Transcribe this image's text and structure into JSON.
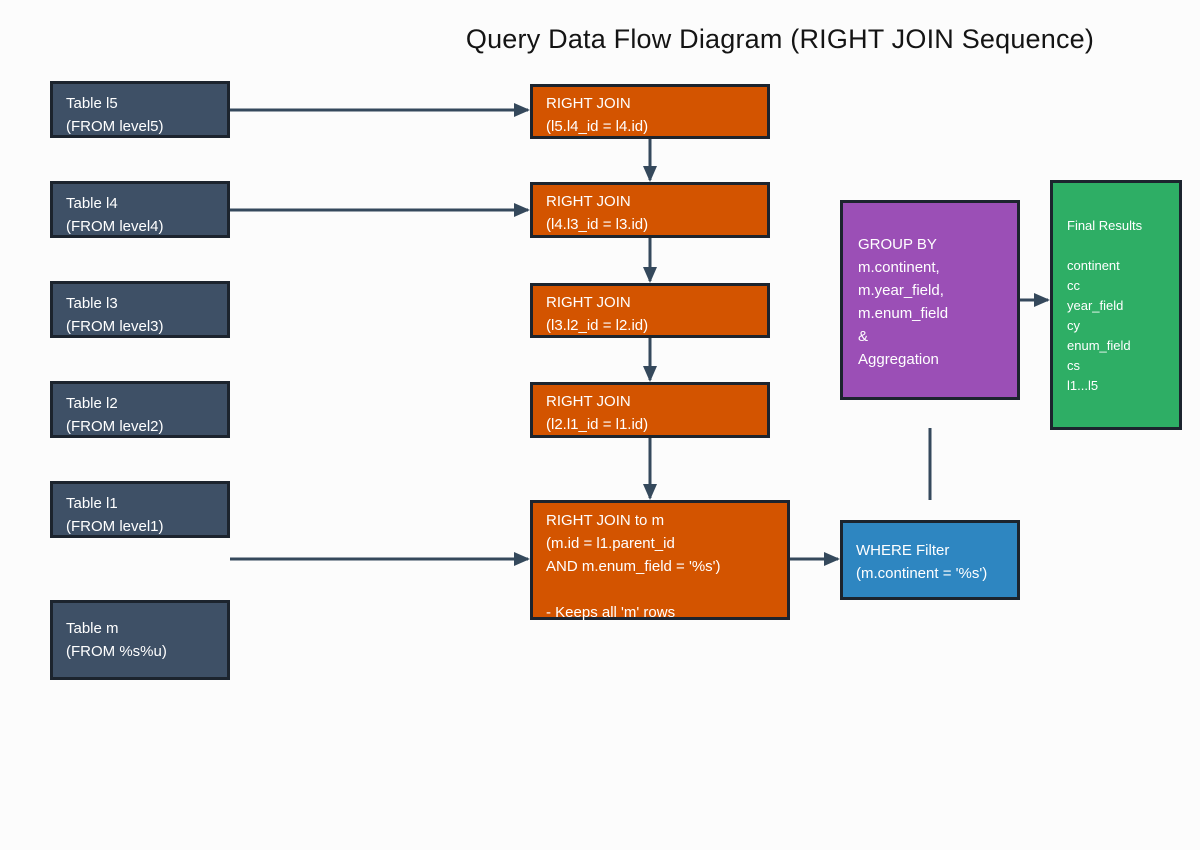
{
  "title": "Query Data Flow Diagram (RIGHT JOIN Sequence)",
  "colors": {
    "background": "#fcfcfc",
    "node-slate": "#3e5066",
    "node-orange": "#d35400",
    "node-blue": "#2e86c1",
    "node-purple": "#9b4fb6",
    "node-green": "#2eae65",
    "node-border": "#1c242e",
    "arrow": "#35495c",
    "text": "#ffffff",
    "title-color": "#141414"
  },
  "nodes": {
    "table_l5": {
      "text": "Table l5\n(FROM level5)"
    },
    "table_l4": {
      "text": "Table l4\n(FROM level4)"
    },
    "table_l3": {
      "text": "Table l3\n(FROM level3)"
    },
    "table_l2": {
      "text": "Table l2\n(FROM level2)"
    },
    "table_l1": {
      "text": "Table l1\n(FROM level1)"
    },
    "table_m": {
      "text": "Table m\n(FROM %s%u)"
    },
    "join1": {
      "text": "RIGHT JOIN\n(l5.l4_id = l4.id)"
    },
    "join2": {
      "text": "RIGHT JOIN\n(l4.l3_id = l3.id)"
    },
    "join3": {
      "text": "RIGHT JOIN\n(l3.l2_id = l2.id)"
    },
    "join4": {
      "text": "RIGHT JOIN\n(l2.l1_id = l1.id)"
    },
    "join_m": {
      "text": "RIGHT JOIN to m\n(m.id = l1.parent_id\nAND m.enum_field = '%s')\n\n- Keeps all 'm' rows"
    },
    "where_filter": {
      "text": "WHERE Filter\n(m.continent = '%s')"
    },
    "group_by": {
      "text": "GROUP BY\nm.continent,\nm.year_field,\nm.enum_field\n&\nAggregation"
    },
    "final_results": {
      "text": "Final Results\n\ncontinent\ncc\nyear_field\ncy\nenum_field\ncs\nl1...l5"
    }
  }
}
